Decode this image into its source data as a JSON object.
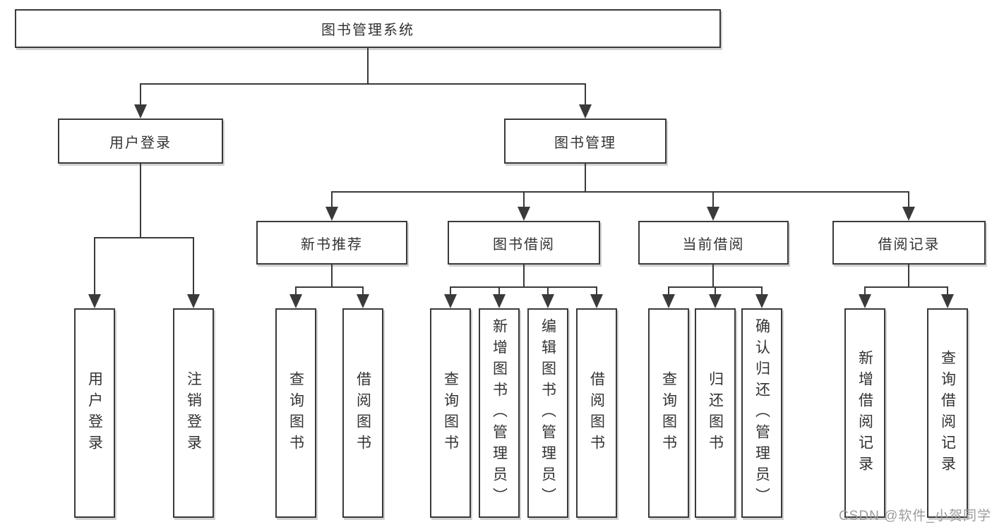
{
  "style": {
    "line_color": "#3a3a3a",
    "box_border_color": "#3a3a3a",
    "text_color": "#333333",
    "watermark_color": "#9c9c9c",
    "background": "#ffffff"
  },
  "tree": {
    "root": "图书管理系统",
    "login": {
      "label": "用户登录",
      "children": [
        "用户登录",
        "注销登录"
      ]
    },
    "mgmt": {
      "label": "图书管理",
      "sections": [
        {
          "label": "新书推荐",
          "children": [
            "查询图书",
            "借阅图书"
          ]
        },
        {
          "label": "图书借阅",
          "children": [
            "查询图书",
            "新增图书（管理员）",
            "编辑图书（管理员）",
            "借阅图书"
          ]
        },
        {
          "label": "当前借阅",
          "children": [
            "查询图书",
            "归还图书",
            "确认归还（管理员）"
          ]
        },
        {
          "label": "借阅记录",
          "children": [
            "新增借阅记录",
            "查询借阅记录"
          ]
        }
      ]
    }
  },
  "watermark": "CSDN @软件_小贺同学"
}
